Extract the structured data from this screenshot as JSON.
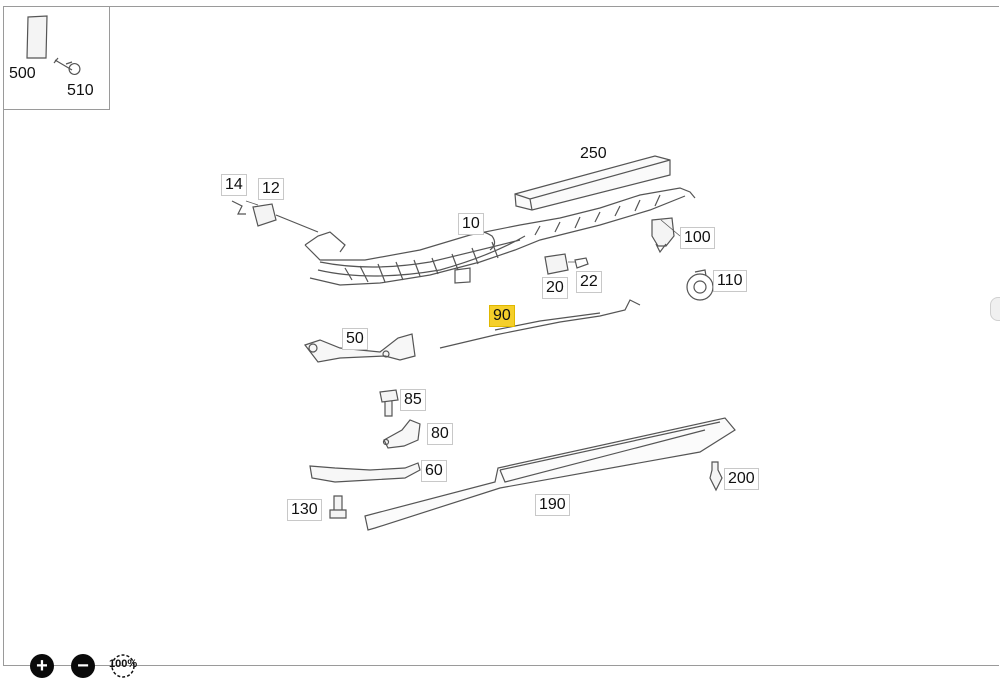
{
  "inset": {
    "labels": [
      "500",
      "510"
    ]
  },
  "callouts": {
    "c250": "250",
    "c14": "14",
    "c12": "12",
    "c10": "10",
    "c100": "100",
    "c20": "20",
    "c22": "22",
    "c110": "110",
    "c90": "90",
    "c50": "50",
    "c85": "85",
    "c80": "80",
    "c60": "60",
    "c200": "200",
    "c190": "190",
    "c130": "130"
  },
  "highlighted_part": "90",
  "colors": {
    "highlight": "#f5cf2a",
    "line": "#555555",
    "frame": "#9a9a9a"
  },
  "controls": {
    "zoom_in": "+",
    "zoom_out": "−",
    "zoom_reset": "100%",
    "zoom_in_icon": "plus-circle-icon",
    "zoom_out_icon": "minus-circle-icon",
    "zoom_reset_icon": "zoom-reset-icon"
  }
}
